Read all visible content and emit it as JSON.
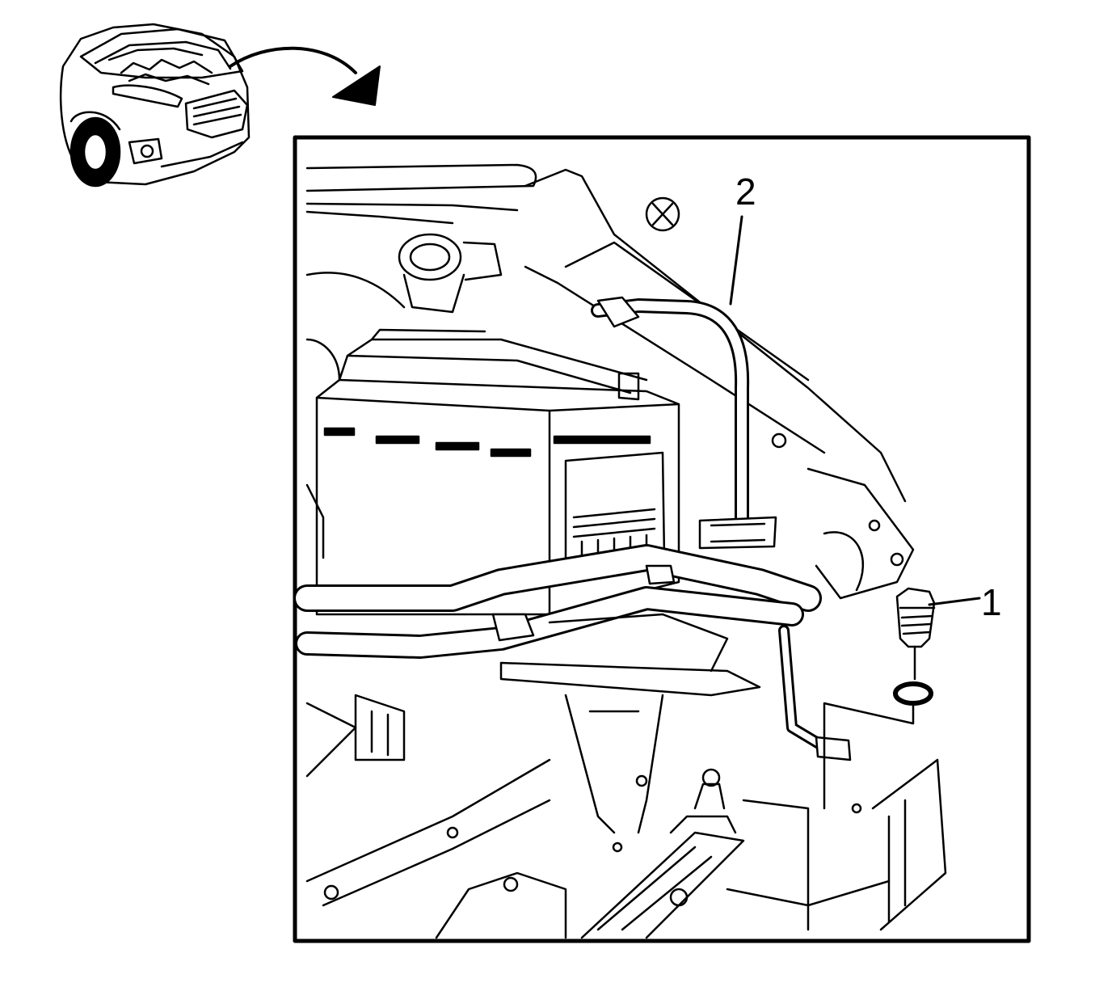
{
  "diagram": {
    "callouts": [
      {
        "id": "callout-1",
        "label": "1",
        "target": "battery-cable-bolt"
      },
      {
        "id": "callout-2",
        "label": "2",
        "target": "positive-battery-cable"
      }
    ],
    "colors": {
      "line": "#000000",
      "background": "#ffffff"
    }
  }
}
